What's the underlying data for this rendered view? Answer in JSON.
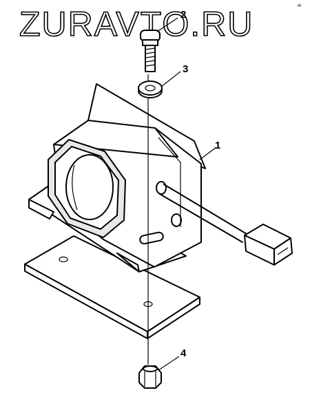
{
  "watermark": "ZURAVTO.RU",
  "corner_mark": "t4",
  "callouts": [
    {
      "number": "1",
      "part": "backup-alarm-body"
    },
    {
      "number": "2",
      "part": "bolt"
    },
    {
      "number": "3",
      "part": "washer"
    },
    {
      "number": "4",
      "part": "nut"
    }
  ],
  "icons": {
    "bolt": "bolt-icon",
    "washer": "washer-icon",
    "nut": "nut-icon",
    "alarm": "backup-alarm-icon",
    "plate": "mounting-plate-icon",
    "connector": "connector-plug-icon"
  }
}
